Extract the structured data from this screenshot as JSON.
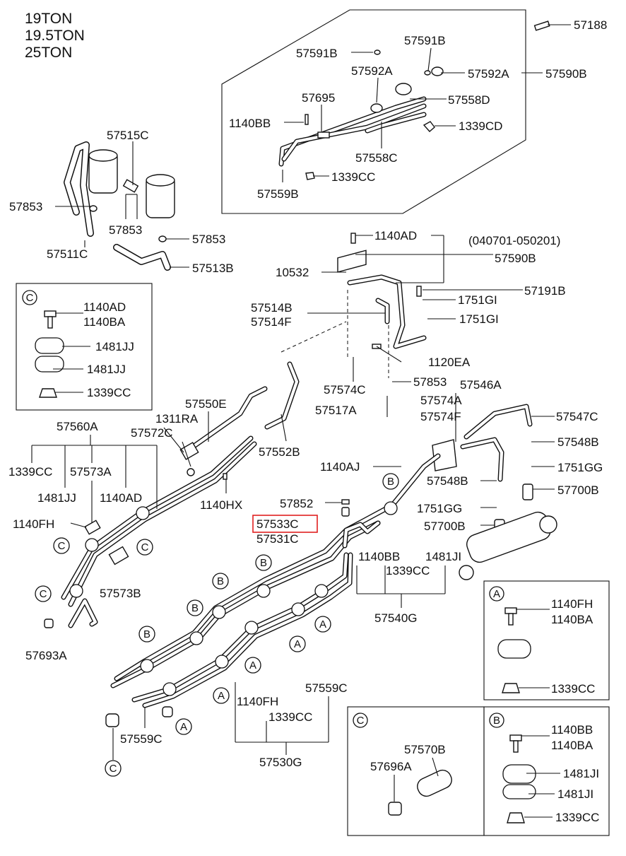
{
  "header": {
    "lines": [
      "19TON",
      "19.5TON",
      "25TON"
    ]
  },
  "date_range": "(040701-050201)",
  "highlight_color": "#e02020",
  "selected_part": "57533C",
  "callouts": {
    "c57188": "57188",
    "c57591B_l": "57591B",
    "c57591B_r": "57591B",
    "c57592A_l": "57592A",
    "c57592A_r": "57592A",
    "c57590B_top": "57590B",
    "c57695": "57695",
    "c57558D": "57558D",
    "c1140BB_top": "1140BB",
    "c1339CD": "1339CD",
    "c57558C": "57558C",
    "c1339CC_top": "1339CC",
    "c57559B": "57559B",
    "c57515C": "57515C",
    "c57853_a": "57853",
    "c57853_b": "57853",
    "c57853_c": "57853",
    "c57511C": "57511C",
    "c57513B": "57513B",
    "c1140AD_mid": "1140AD",
    "c57590B_mid": "57590B",
    "c10532": "10532",
    "c57191B": "57191B",
    "c1751GI_a": "1751GI",
    "c1751GI_b": "1751GI",
    "c57514B": "57514B",
    "c57514F": "57514F",
    "c1120EA": "1120EA",
    "c57574C": "57574C",
    "c57853_d": "57853",
    "c57546A": "57546A",
    "c57574A": "57574A",
    "c57574F": "57574F",
    "c57517A": "57517A",
    "c57547C": "57547C",
    "c57548B_r": "57548B",
    "c1751GG_r": "1751GG",
    "c57700B_r": "57700B",
    "c1140AJ": "1140AJ",
    "c57548B_m": "57548B",
    "c1751GG_m": "1751GG",
    "c57700B_m": "57700B",
    "c57550E": "57550E",
    "c1311RA": "1311RA",
    "c57572C": "57572C",
    "c57552B": "57552B",
    "c1140HX": "1140HX",
    "c57852": "57852",
    "c57533C": "57533C",
    "c57531C": "57531C",
    "c1140BB_mid": "1140BB",
    "c1481JI_mid": "1481JI",
    "c1339CC_mid": "1339CC",
    "c57540G": "57540G",
    "c57560A": "57560A",
    "c1339CC_l": "1339CC",
    "c57573A": "57573A",
    "c1481JJ_l": "1481JJ",
    "c1140AD_l": "1140AD",
    "c1140FH_l": "1140FH",
    "c57573B": "57573B",
    "c57693A": "57693A",
    "c57559C_r": "57559C",
    "c1140FH_b": "1140FH",
    "c1339CC_b": "1339CC",
    "c57559C_l": "57559C",
    "c57530G": "57530G"
  },
  "detail_c_top": {
    "letter": "C",
    "labels": [
      "1140AD",
      "1140BA",
      "1481JJ",
      "1481JJ",
      "1339CC"
    ]
  },
  "detail_a": {
    "letter": "A",
    "labels": [
      "1140FH",
      "1140BA",
      "1339CC"
    ]
  },
  "detail_c_bottom": {
    "letter": "C",
    "labels": [
      "57570B",
      "57696A"
    ]
  },
  "detail_b": {
    "letter": "B",
    "labels": [
      "1140BB",
      "1140BA",
      "1481JI",
      "1481JI",
      "1339CC"
    ]
  },
  "markers": [
    "B",
    "B",
    "B",
    "B",
    "B",
    "B",
    "A",
    "A",
    "A",
    "A",
    "A",
    "A",
    "A",
    "C",
    "C",
    "C",
    "C"
  ]
}
